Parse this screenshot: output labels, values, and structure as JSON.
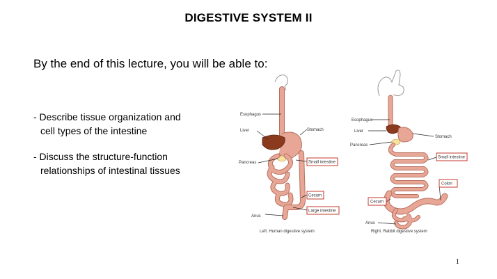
{
  "slide": {
    "title": "DIGESTIVE SYSTEM II",
    "intro": "By the end of this lecture, you will be able to:",
    "bullets": [
      {
        "line1": "- Describe tissue organization and",
        "line2": "cell types of the intestine"
      },
      {
        "line1": "- Discuss the structure-function",
        "line2": "relationships of intestinal tissues"
      }
    ],
    "page_number": "1"
  },
  "figure": {
    "left_diagram": {
      "labels": {
        "esophagus": "Esophagus",
        "liver": "Liver",
        "stomach": "Stomach",
        "pancreas": "Pancreas",
        "small_intestine": "Small intestine",
        "cecum": "Cecum",
        "large_intestine": "Large intestine",
        "anus": "Anus"
      },
      "caption": "Left. Human digestive system"
    },
    "right_diagram": {
      "labels": {
        "esophagus": "Esophagus",
        "liver": "Liver",
        "stomach": "Stomach",
        "pancreas": "Pancreas",
        "small_intestine": "Small intestine",
        "colon": "Colon",
        "cecum": "Cecum",
        "anus": "Anus"
      },
      "caption": "Right. Rabbit digestive system"
    },
    "colors": {
      "tissue": "#e8a796",
      "tissue_edge": "#b77060",
      "organ": "#8b3a1e",
      "label_box": "#c0392b"
    }
  }
}
